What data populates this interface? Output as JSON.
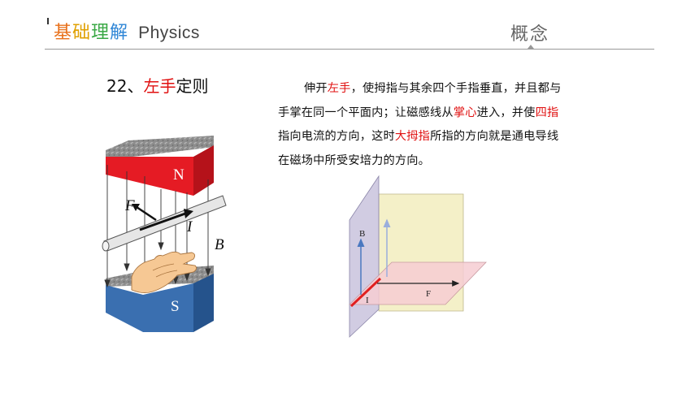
{
  "header": {
    "title_chars": [
      "基",
      "础",
      "理",
      "解"
    ],
    "title_colors": [
      "#e8701a",
      "#e0a000",
      "#3aa845",
      "#2f86d6"
    ],
    "subtitle": "Physics",
    "concept": "概念"
  },
  "section": {
    "number": "22、",
    "title_red": "左手",
    "title_rest": "定则"
  },
  "paragraph": {
    "s1": "伸开",
    "r1": "左手",
    "s2": "，使拇指与其余四个手指垂直，并且都与手掌在同一个平面内；让磁感线从",
    "r2": "掌心",
    "s3": "进入，并使",
    "r3": "四指",
    "s4": "指向电流的方向，这时",
    "r4": "大拇指",
    "s5": "所指的方向就是通电导线在磁场中所受安培力的方向。"
  },
  "left_figure": {
    "north_label": "N",
    "south_label": "S",
    "force_label": "F",
    "current_label": "I",
    "field_label": "B",
    "colors": {
      "north": "#e51b24",
      "south": "#3a6fb0",
      "texture": "#9a9a9a"
    }
  },
  "right_figure": {
    "b_label": "B",
    "i_label": "I",
    "f_label": "F",
    "colors": {
      "plane_vertical": "#c8c2dc",
      "plane_yellow": "#f4f0c8",
      "plane_pink": "#f6cdd2",
      "current": "#e02020",
      "field": "#5a86c8"
    }
  }
}
